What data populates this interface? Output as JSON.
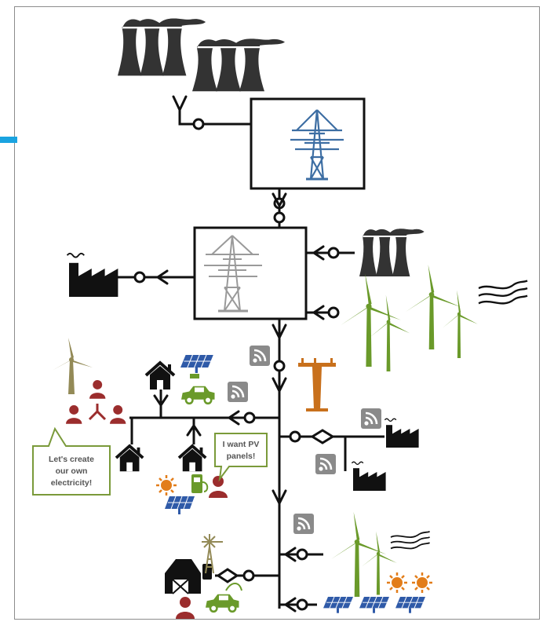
{
  "callouts": {
    "community": [
      "Let's create",
      "our own",
      "electricity!"
    ],
    "pv": [
      "I want PV",
      "panels!"
    ]
  },
  "colors": {
    "line": "#111111",
    "wind_green": "#6a9a2a",
    "person_red": "#9b2d2d",
    "sun_orange": "#e27d1a",
    "pole_orange": "#c8701c",
    "solar_blue": "#2f5aa8",
    "tower_blue": "#3d6ea3",
    "tower_gray": "#9a9a9a",
    "accent": "#1aa3e0",
    "callout_border": "#7a9a3a",
    "khaki": "#938a57"
  },
  "icons": [
    "power-plant-icon",
    "transmission-tower-icon",
    "factory-icon",
    "wind-turbine-icon",
    "wind-gust-icon",
    "house-icon",
    "solar-panel-icon",
    "electric-car-icon",
    "smart-meter-icon",
    "utility-pole-icon",
    "person-icon",
    "sun-icon",
    "barn-icon",
    "windmill-icon",
    "ev-charger-icon"
  ]
}
